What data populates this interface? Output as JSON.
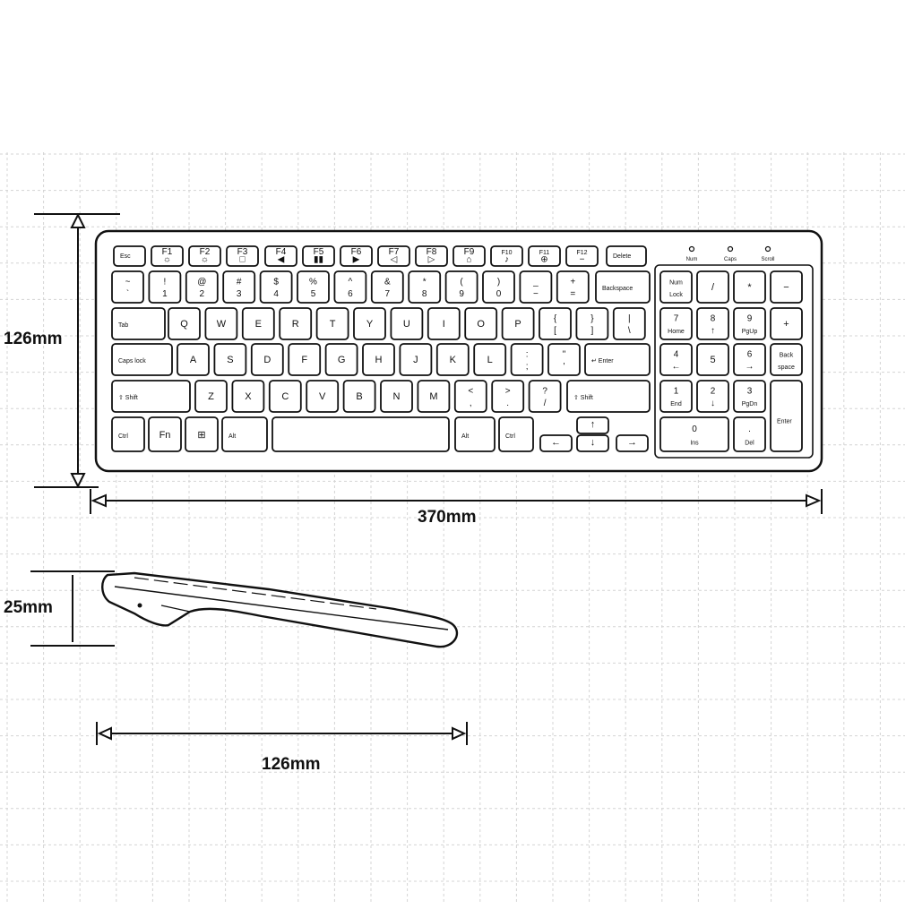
{
  "dimensions": {
    "height": "126mm",
    "width": "370mm",
    "thickness": "25mm",
    "depth": "126mm"
  },
  "colors": {
    "ink": "#111111",
    "grid": "#d4d4d4",
    "background": "#ffffff"
  },
  "indicators": [
    "Num",
    "Caps",
    "Scroll"
  ],
  "keys": {
    "row0": [
      {
        "p": "Esc"
      },
      {
        "p": "F1",
        "s": "☼"
      },
      {
        "p": "F2",
        "s": "☼"
      },
      {
        "p": "F3",
        "s": "□"
      },
      {
        "p": "F4",
        "s": "◀"
      },
      {
        "p": "F5",
        "s": "▮▮"
      },
      {
        "p": "F6",
        "s": "▶"
      },
      {
        "p": "F7",
        "s": "◁"
      },
      {
        "p": "F8",
        "s": "▷"
      },
      {
        "p": "F9",
        "s": "⌂"
      },
      {
        "p": "F10",
        "s": "♪"
      },
      {
        "p": "F11",
        "s": "⊕"
      },
      {
        "p": "F12",
        "s": "−"
      },
      {
        "p": "Delete"
      }
    ],
    "row1": [
      {
        "p": "~",
        "s": "`"
      },
      {
        "p": "!",
        "s": "1"
      },
      {
        "p": "@",
        "s": "2"
      },
      {
        "p": "#",
        "s": "3"
      },
      {
        "p": "$",
        "s": "4"
      },
      {
        "p": "%",
        "s": "5"
      },
      {
        "p": "^",
        "s": "6"
      },
      {
        "p": "&",
        "s": "7"
      },
      {
        "p": "*",
        "s": "8"
      },
      {
        "p": "(",
        "s": "9"
      },
      {
        "p": ")",
        "s": "0"
      },
      {
        "p": "_",
        "s": "−"
      },
      {
        "p": "+",
        "s": "="
      },
      {
        "p": "Backspace"
      }
    ],
    "row2": [
      {
        "p": "Tab"
      },
      {
        "p": "Q"
      },
      {
        "p": "W"
      },
      {
        "p": "E"
      },
      {
        "p": "R"
      },
      {
        "p": "T"
      },
      {
        "p": "Y"
      },
      {
        "p": "U"
      },
      {
        "p": "I"
      },
      {
        "p": "O"
      },
      {
        "p": "P"
      },
      {
        "p": "{",
        "s": "["
      },
      {
        "p": "}",
        "s": "]"
      },
      {
        "p": "|",
        "s": "\\"
      }
    ],
    "row3": [
      {
        "p": "Caps lock"
      },
      {
        "p": "A"
      },
      {
        "p": "S"
      },
      {
        "p": "D"
      },
      {
        "p": "F"
      },
      {
        "p": "G"
      },
      {
        "p": "H"
      },
      {
        "p": "J"
      },
      {
        "p": "K"
      },
      {
        "p": "L"
      },
      {
        "p": ":",
        "s": ";"
      },
      {
        "p": "\"",
        "s": "'"
      },
      {
        "p": "↵ Enter"
      }
    ],
    "row4": [
      {
        "p": "⇧ Shift"
      },
      {
        "p": "Z"
      },
      {
        "p": "X"
      },
      {
        "p": "C"
      },
      {
        "p": "V"
      },
      {
        "p": "B"
      },
      {
        "p": "N"
      },
      {
        "p": "M"
      },
      {
        "p": "<",
        "s": ","
      },
      {
        "p": ">",
        "s": "."
      },
      {
        "p": "?",
        "s": "/"
      },
      {
        "p": "⇧ Shift"
      }
    ],
    "row5": [
      {
        "p": "Ctrl"
      },
      {
        "p": "Fn"
      },
      {
        "p": "⊞"
      },
      {
        "p": "Alt"
      },
      {
        "p": ""
      },
      {
        "p": "Alt"
      },
      {
        "p": "Ctrl"
      }
    ],
    "arrows": [
      {
        "p": "←"
      },
      {
        "p": "↑"
      },
      {
        "p": "↓"
      },
      {
        "p": "→"
      }
    ],
    "numpad": [
      [
        {
          "p": "Num",
          "s": "Lock"
        },
        {
          "p": "/"
        },
        {
          "p": "*"
        },
        {
          "p": "−"
        }
      ],
      [
        {
          "p": "7",
          "s": "Home"
        },
        {
          "p": "8",
          "s": "↑"
        },
        {
          "p": "9",
          "s": "PgUp"
        },
        {
          "p": "+"
        }
      ],
      [
        {
          "p": "4",
          "s": "←"
        },
        {
          "p": "5"
        },
        {
          "p": "6",
          "s": "→"
        },
        {
          "p": "Back",
          "s": "space"
        }
      ],
      [
        {
          "p": "1",
          "s": "End"
        },
        {
          "p": "2",
          "s": "↓"
        },
        {
          "p": "3",
          "s": "PgDn"
        },
        {
          "p": "Enter"
        }
      ],
      [
        {
          "p": "0",
          "s": "Ins"
        },
        {
          "p": ".",
          "s": "Del"
        }
      ]
    ]
  }
}
